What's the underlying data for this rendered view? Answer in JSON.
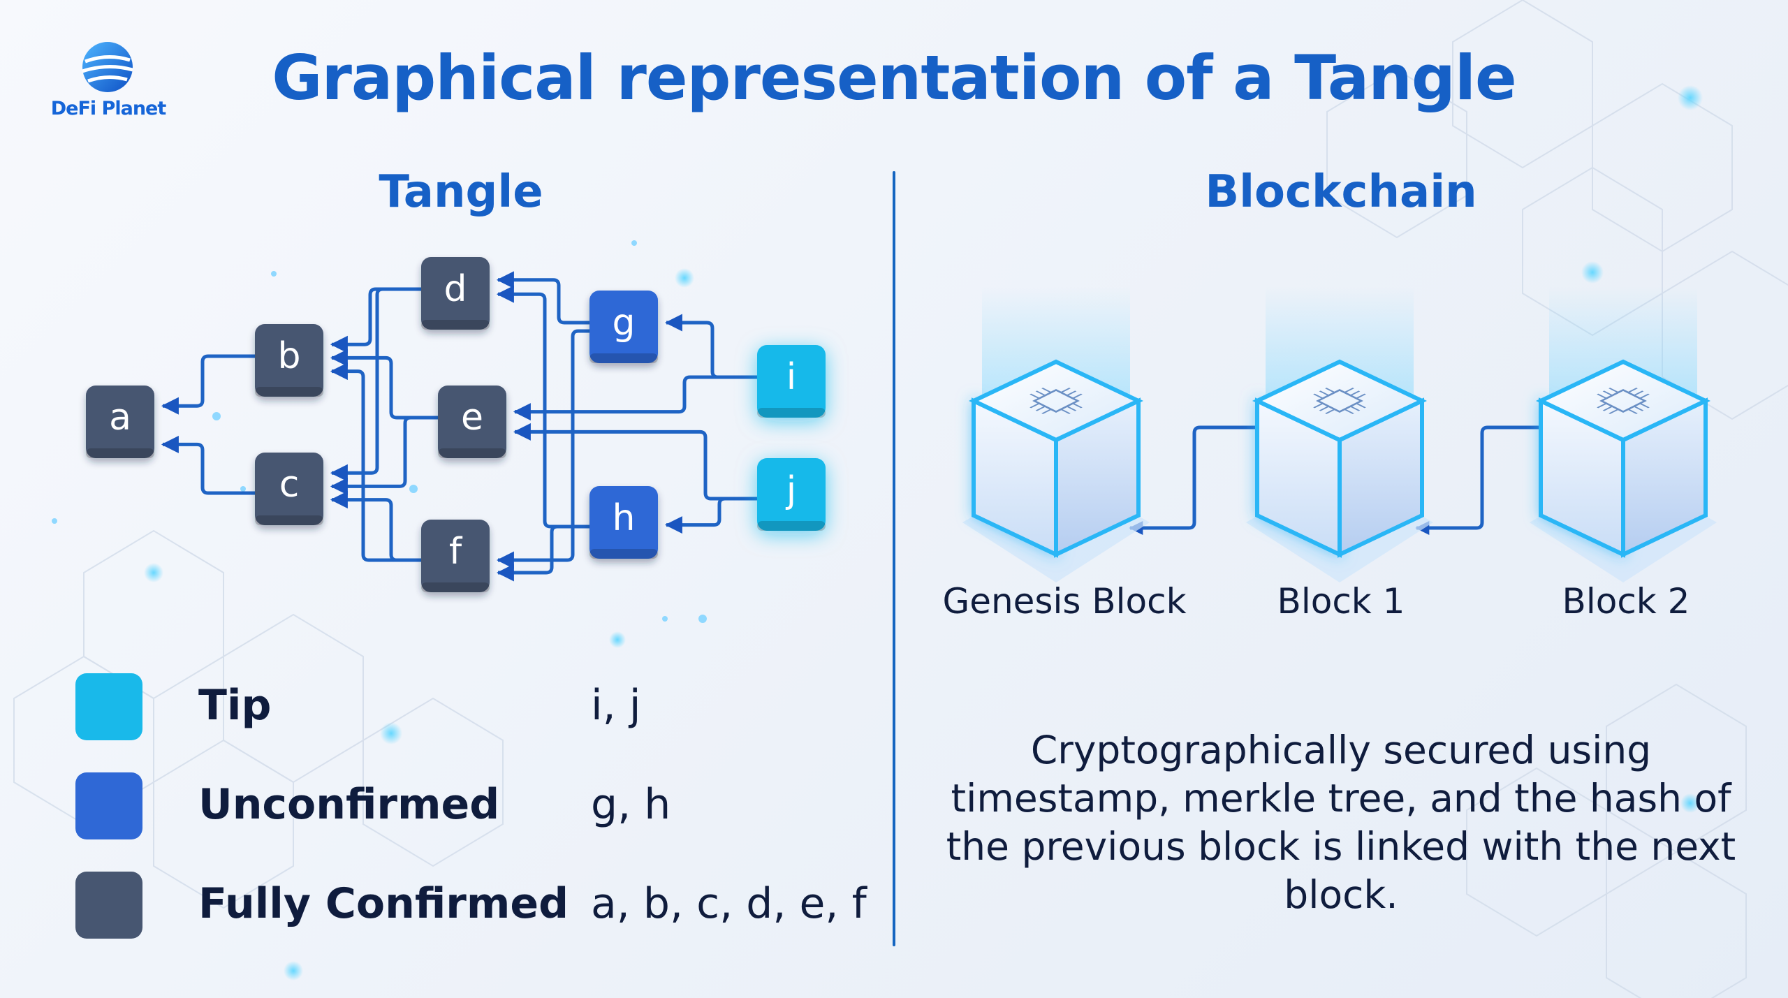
{
  "brand": {
    "logo_text": "DeFi Planet"
  },
  "title": "Graphical representation of a Tangle",
  "tangle": {
    "heading": "Tangle",
    "nodes": [
      {
        "id": "a",
        "label": "a",
        "status": "Fully Confirmed"
      },
      {
        "id": "b",
        "label": "b",
        "status": "Fully Confirmed"
      },
      {
        "id": "c",
        "label": "c",
        "status": "Fully Confirmed"
      },
      {
        "id": "d",
        "label": "d",
        "status": "Fully Confirmed"
      },
      {
        "id": "e",
        "label": "e",
        "status": "Fully Confirmed"
      },
      {
        "id": "f",
        "label": "f",
        "status": "Fully Confirmed"
      },
      {
        "id": "g",
        "label": "g",
        "status": "Unconfirmed"
      },
      {
        "id": "h",
        "label": "h",
        "status": "Unconfirmed"
      },
      {
        "id": "i",
        "label": "i",
        "status": "Tip"
      },
      {
        "id": "j",
        "label": "j",
        "status": "Tip"
      }
    ],
    "edges": [
      [
        "b",
        "a"
      ],
      [
        "c",
        "a"
      ],
      [
        "d",
        "b"
      ],
      [
        "e",
        "b"
      ],
      [
        "f",
        "b"
      ],
      [
        "d",
        "c"
      ],
      [
        "e",
        "c"
      ],
      [
        "f",
        "c"
      ],
      [
        "g",
        "d"
      ],
      [
        "g",
        "f"
      ],
      [
        "h",
        "d"
      ],
      [
        "h",
        "f"
      ],
      [
        "i",
        "g"
      ],
      [
        "i",
        "e"
      ],
      [
        "j",
        "h"
      ],
      [
        "j",
        "e"
      ]
    ],
    "legend": [
      {
        "label": "Tip",
        "nodes": "i, j",
        "color": "#19b9ea"
      },
      {
        "label": "Unconfirmed",
        "nodes": "g, h",
        "color": "#2f68d6"
      },
      {
        "label": "Fully Confirmed",
        "nodes": "a, b, c, d, e, f",
        "color": "#475671"
      }
    ]
  },
  "blockchain": {
    "heading": "Blockchain",
    "blocks": [
      {
        "label": "Genesis Block"
      },
      {
        "label": "Block 1"
      },
      {
        "label": "Block 2"
      }
    ],
    "description": "Cryptographically secured using timestamp, merkle tree, and the hash of the previous block is linked with the next block."
  },
  "colors": {
    "accent": "#1660c6",
    "edge": "#1e63c4",
    "text": "#0f1c3d",
    "tip": "#19b9ea",
    "unconfirmed": "#2f68d6",
    "confirmed": "#475671"
  }
}
